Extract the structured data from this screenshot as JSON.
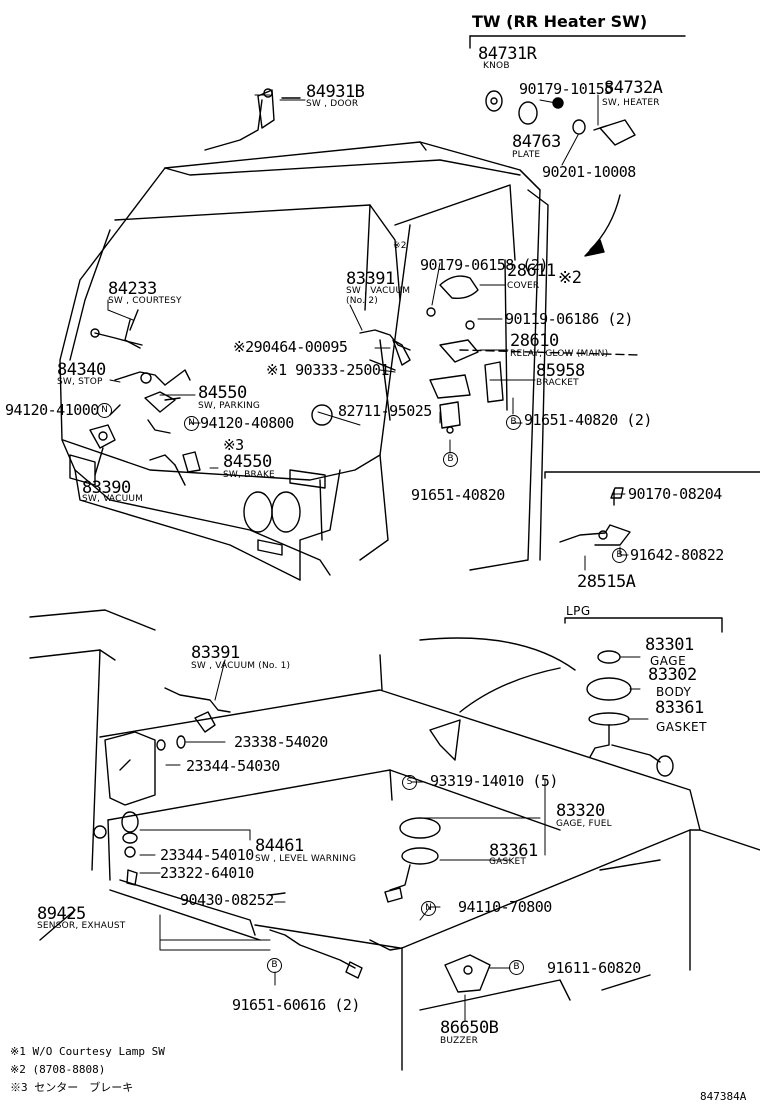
{
  "header": {
    "tw_title": "TW (RR Heater SW)",
    "lpg_title": "LPG"
  },
  "parts": {
    "p84731R": {
      "num": "84731R",
      "name": "KNOB"
    },
    "p90179_10155": {
      "num": "90179-10155"
    },
    "p84732A": {
      "num": "84732A",
      "name": "SW, HEATER"
    },
    "p84763": {
      "num": "84763",
      "name": "PLATE"
    },
    "p90201": {
      "num": "90201-10008"
    },
    "p84931B": {
      "num": "84931B",
      "name": "SW , DOOR"
    },
    "p84233": {
      "num": "84233",
      "name": "SW , COURTESY"
    },
    "p83391a": {
      "num": "83391",
      "name": "SW , VACUUM",
      "sub": "(No. 2)"
    },
    "star2": {
      "text": "※2"
    },
    "p90179_06158": {
      "num": "90179-06158 (2)"
    },
    "p28611": {
      "num": "28611",
      "name": "COVER"
    },
    "star2b": {
      "text": "※2"
    },
    "p90119": {
      "num": "90119-06186 (2)"
    },
    "p28610": {
      "num": "28610",
      "name": "RELAY, GLOW (MAIN)"
    },
    "p290464": {
      "num": "※290464-00095"
    },
    "p90333": {
      "num": "※1 90333-25001"
    },
    "p85958": {
      "num": "85958",
      "name": "BRACKET"
    },
    "p84340": {
      "num": "84340",
      "name": "SW, STOP"
    },
    "p84550a": {
      "num": "84550",
      "name": "SW, PARKING"
    },
    "p94120a": {
      "num": "94120-41000"
    },
    "p94120b": {
      "num": "94120-40800"
    },
    "p82711": {
      "num": "82711-95025"
    },
    "p91651a": {
      "num": "91651-40820 (2)"
    },
    "star3": {
      "text": "※3"
    },
    "p84550b": {
      "num": "84550",
      "name": "SW, BRAKE"
    },
    "p83390": {
      "num": "83390",
      "name": "SW, VACUUM"
    },
    "p91651b": {
      "num": "91651-40820"
    },
    "p90170": {
      "num": "90170-08204"
    },
    "p91642": {
      "num": "91642-80822"
    },
    "p28515A": {
      "num": "28515A"
    },
    "p83301": {
      "num": "83301",
      "name": "GAGE"
    },
    "p83302": {
      "num": "83302",
      "name": "BODY"
    },
    "p83361a": {
      "num": "83361",
      "name": "GASKET"
    },
    "p83391b": {
      "num": "83391",
      "name": "SW , VACUUM (No. 1)"
    },
    "p23338": {
      "num": "23338-54020"
    },
    "p23344a": {
      "num": "23344-54030"
    },
    "p93319": {
      "num": "93319-14010 (5)"
    },
    "p83320": {
      "num": "83320",
      "name": "GAGE, FUEL"
    },
    "p84461": {
      "num": "84461",
      "name": "SW , LEVEL WARNING"
    },
    "p23344b": {
      "num": "23344-54010"
    },
    "p23322": {
      "num": "23322-64010"
    },
    "p83361b": {
      "num": "83361",
      "name": "GASKET"
    },
    "p89425": {
      "num": "89425",
      "name": "SENSOR, EXHAUST"
    },
    "p90430": {
      "num": "90430-08252"
    },
    "p94110": {
      "num": "94110-70800"
    },
    "p91611": {
      "num": "91611-60820"
    },
    "p91651c": {
      "num": "91651-60616 (2)"
    },
    "p86650B": {
      "num": "86650B",
      "name": "BUZZER"
    }
  },
  "symbols": {
    "b": "B",
    "n": "N",
    "s": "S"
  },
  "notes": [
    "※1 W/O Courtesy Lamp SW",
    "※2 (8708-8808)",
    "※3 センター　ブレーキ"
  ],
  "figure_id": "847384A"
}
